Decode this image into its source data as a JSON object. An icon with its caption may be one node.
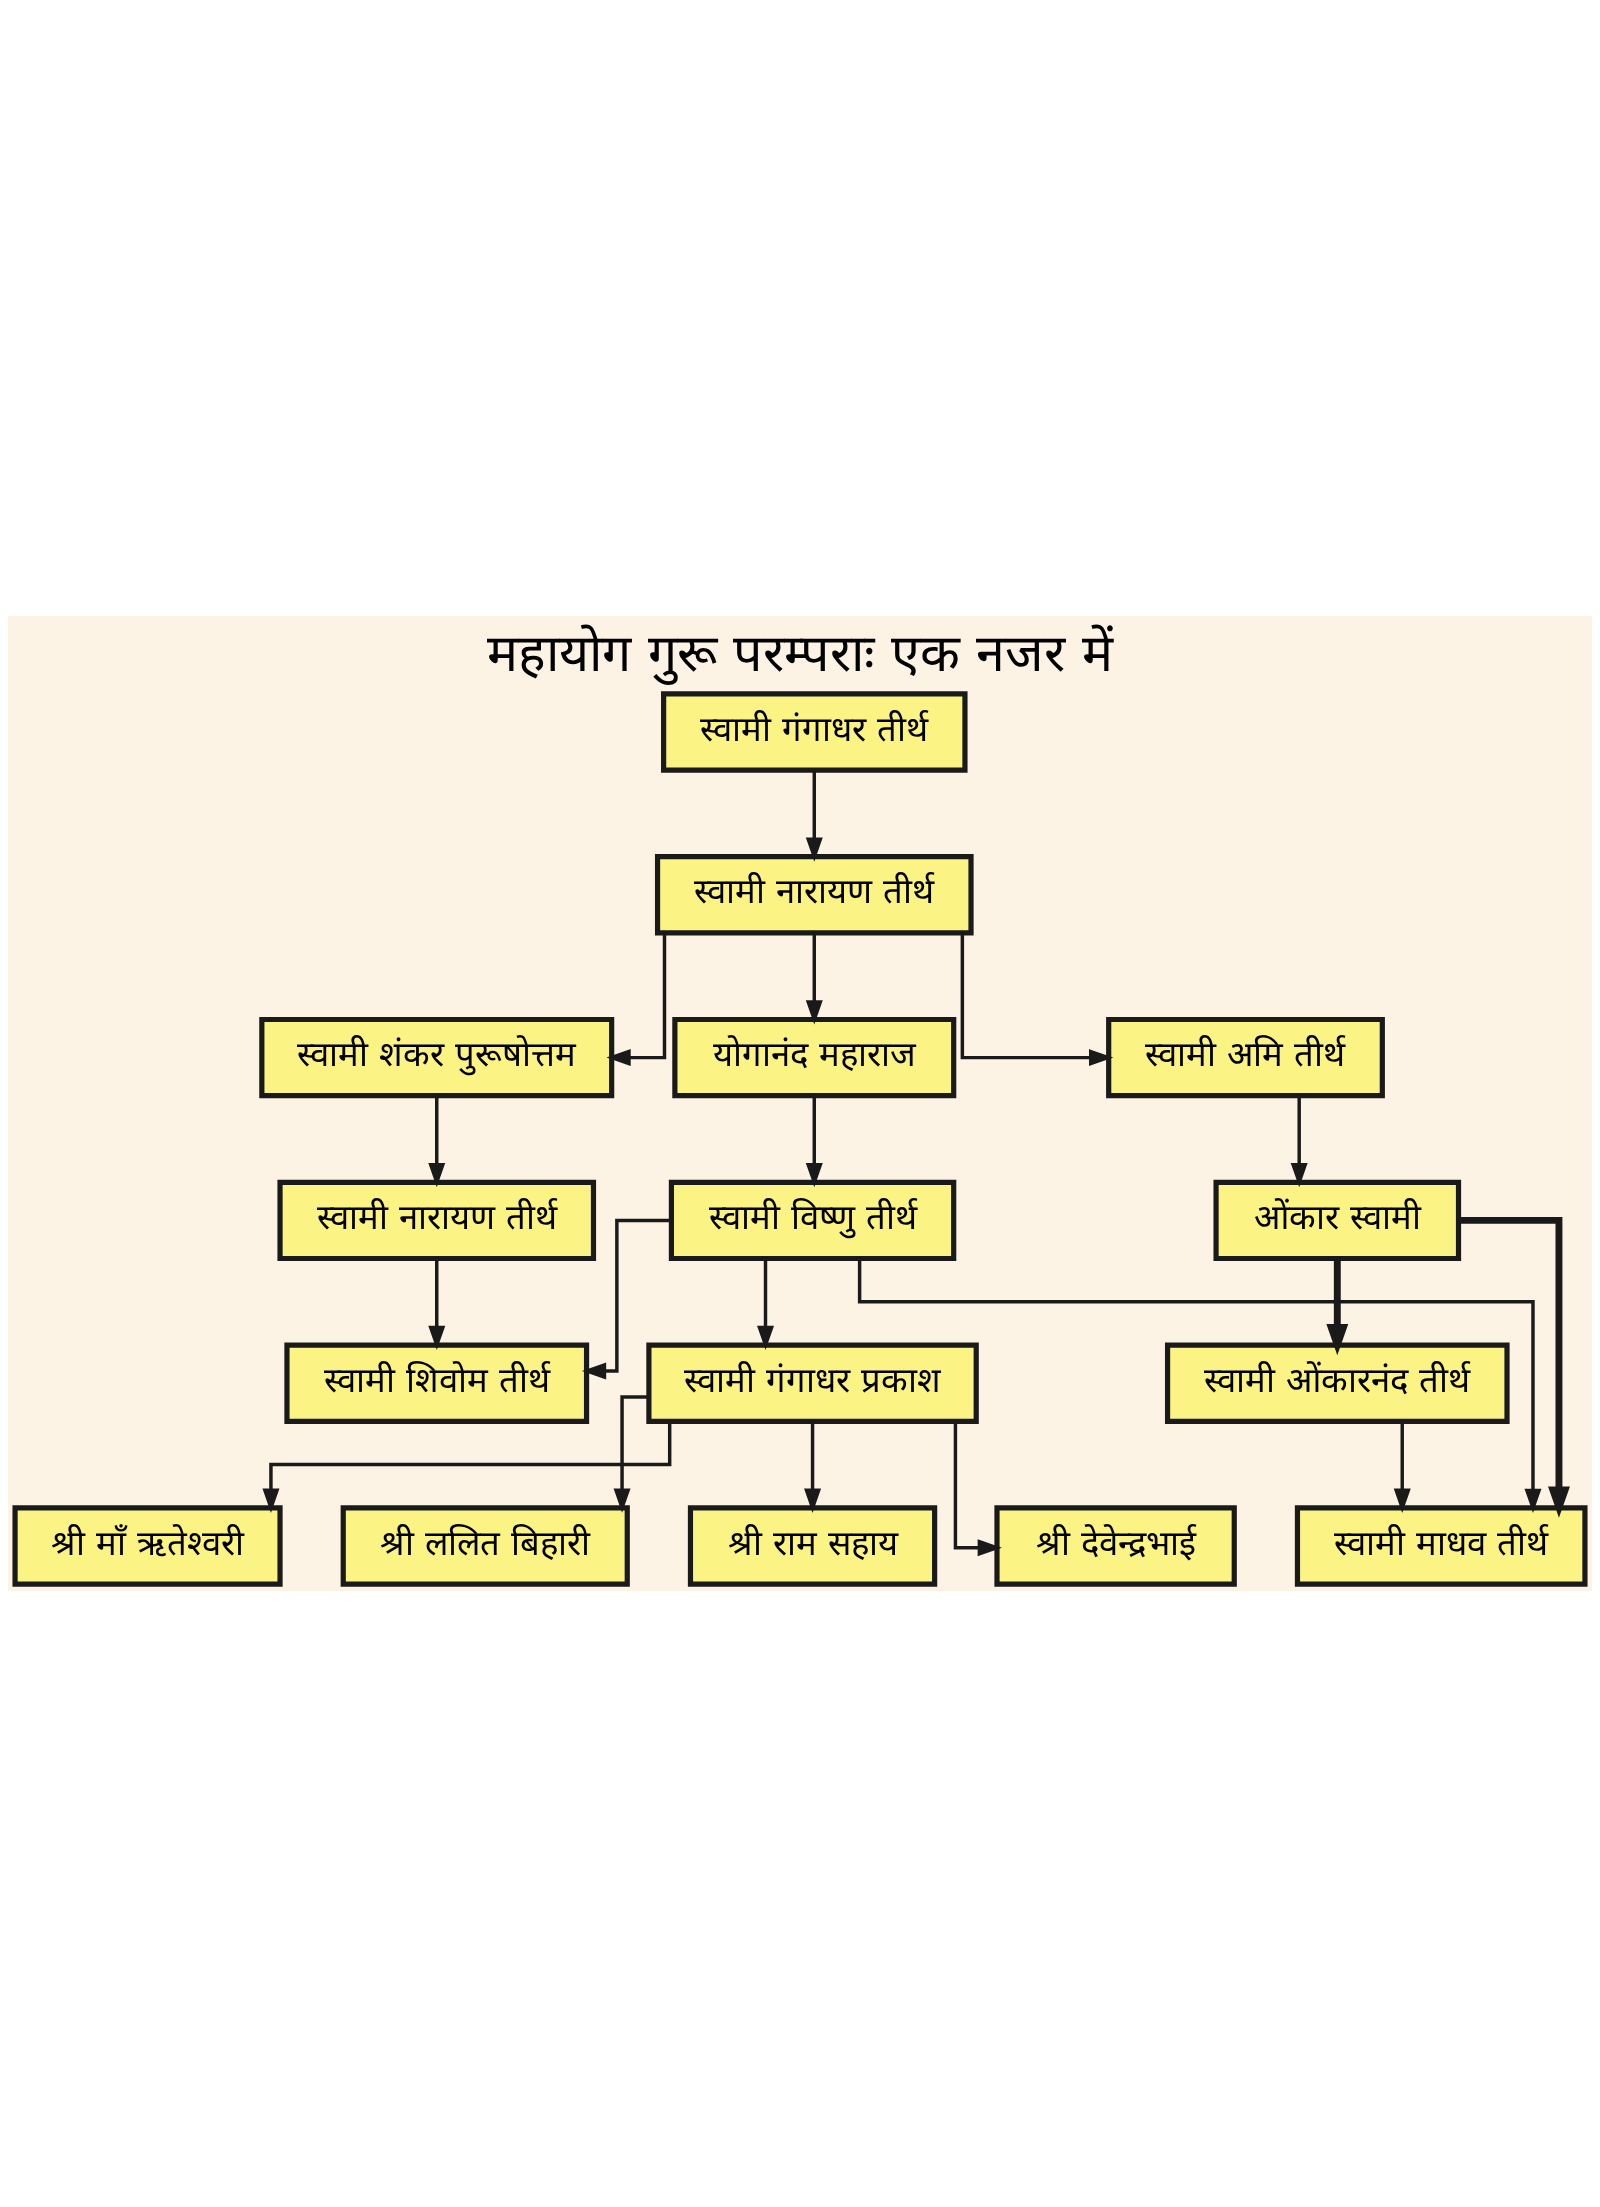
{
  "diagram": {
    "title": "महायोग गुरू परम्पराः एक नजर में",
    "nodes": [
      {
        "text": [
          "स्वामी गंगाधर तीर्थ"
        ]
      },
      {
        "text": [
          "स्वामी नारायण तीर्थ"
        ]
      },
      {
        "text": [
          "स्वामी शंकर पुरूषोत्तम"
        ]
      },
      {
        "text": [
          "योगानंद महाराज"
        ]
      },
      {
        "text": [
          "स्वामी अमि तीर्थ"
        ]
      },
      {
        "text": [
          "स्वामी नारायण तीर्थ"
        ]
      },
      {
        "text": [
          "स्वामी विष्णु तीर्थ"
        ]
      },
      {
        "text": [
          "ओंकार स्वामी"
        ]
      },
      {
        "text": [
          "स्वामी ओंकारनंद तीर्थ"
        ]
      },
      {
        "text": [
          "स्वामी शिवोम तीर्थ"
        ]
      },
      {
        "text": [
          "स्वामी गंगाधर प्रकाश"
        ]
      },
      {
        "text": [
          "स्वामी माधव तीर्थ"
        ]
      },
      {
        "text": [
          "श्री माँ ऋतेश्वरी"
        ]
      },
      {
        "text": [
          "श्री ललित बिहारी"
        ]
      },
      {
        "text": [
          "श्री राम सहाय"
        ]
      },
      {
        "text": [
          "श्री देवेन्द्रभाई"
        ]
      }
    ],
    "edges": [
      {
        "from": 0,
        "to": 1,
        "arrow": "to"
      },
      {
        "from": 1,
        "to": 2,
        "arrow": "to"
      },
      {
        "from": 1,
        "to": 3,
        "arrow": "to"
      },
      {
        "from": 1,
        "to": 4,
        "arrow": "to"
      },
      {
        "from": 2,
        "to": 5,
        "arrow": "to"
      },
      {
        "from": 3,
        "to": 6,
        "arrow": "to"
      },
      {
        "from": 4,
        "to": 7,
        "arrow": "to"
      },
      {
        "from": 7,
        "to": 8,
        "arrow": "to",
        "style": "thick"
      },
      {
        "from": 7,
        "to": 11,
        "arrow": "to",
        "style": "thick"
      },
      {
        "from": 8,
        "to": 11,
        "arrow": "to"
      },
      {
        "from": 5,
        "to": 9,
        "arrow": "to"
      },
      {
        "from": 6,
        "to": 9,
        "arrow": "to"
      },
      {
        "from": 6,
        "to": 10,
        "arrow": "to"
      },
      {
        "from": 6,
        "to": 11,
        "arrow": "to"
      },
      {
        "from": 10,
        "to": 12,
        "arrow": "to"
      },
      {
        "from": 10,
        "to": 13,
        "arrow": "to"
      },
      {
        "from": 10,
        "to": 14,
        "arrow": "to"
      },
      {
        "from": 10,
        "to": 15,
        "arrow": "to"
      }
    ]
  }
}
